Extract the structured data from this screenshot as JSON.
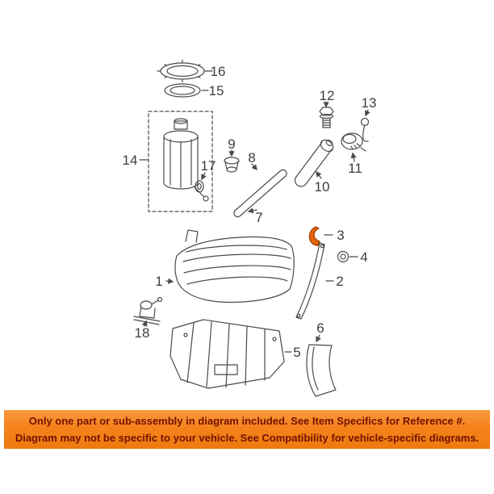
{
  "diagram": {
    "description": "Exploded fuel tank parts diagram",
    "colors": {
      "line": "#4a4a4a",
      "label_text": "#3e3e3e",
      "highlight": "#e8650f",
      "highlight_stroke": "#a34400",
      "banner_bg": "#f5831d",
      "banner_text": "#731200"
    }
  },
  "parts": {
    "p1": {
      "label": "1"
    },
    "p2": {
      "label": "2"
    },
    "p3": {
      "label": "3",
      "highlighted": true
    },
    "p4": {
      "label": "4"
    },
    "p5": {
      "label": "5"
    },
    "p6": {
      "label": "6"
    },
    "p7": {
      "label": "7"
    },
    "p8": {
      "label": "8"
    },
    "p9": {
      "label": "9"
    },
    "p10": {
      "label": "10"
    },
    "p11": {
      "label": "11"
    },
    "p12": {
      "label": "12"
    },
    "p13": {
      "label": "13"
    },
    "p14": {
      "label": "14"
    },
    "p15": {
      "label": "15"
    },
    "p16": {
      "label": "16"
    },
    "p17": {
      "label": "17"
    },
    "p18": {
      "label": "18"
    }
  },
  "banner": {
    "line1": "Only one part or sub-assembly in diagram included. See Item Specifics for Reference #.",
    "line2": "Diagram may not be specific to your vehicle. See Compatibility for vehicle-specific diagrams."
  }
}
